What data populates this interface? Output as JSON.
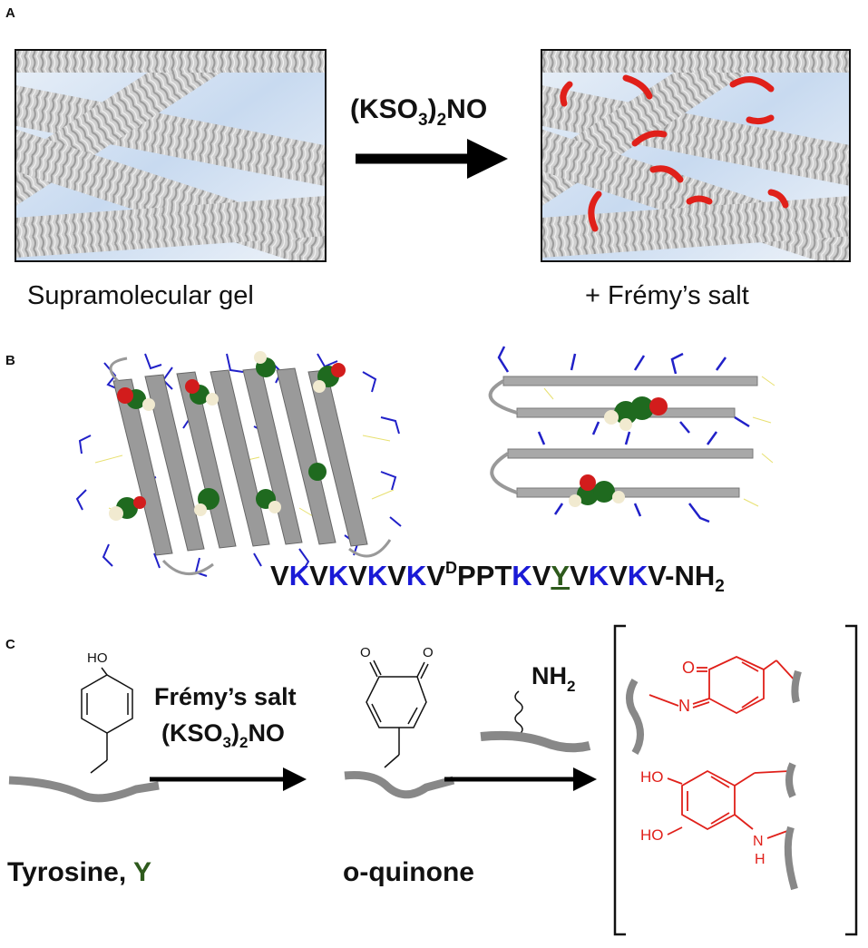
{
  "panels": {
    "a": {
      "letter": "A",
      "reagent": {
        "pre": "(KSO",
        "sub1": "3",
        "mid": ")",
        "sub2": "2",
        "post": "NO"
      },
      "left_caption": "Supramolecular gel",
      "right_caption": "+ Frémy’s salt"
    },
    "b": {
      "letter": "B",
      "sequence": [
        {
          "t": "V",
          "k": "v"
        },
        {
          "t": "K",
          "k": "k"
        },
        {
          "t": "V",
          "k": "v"
        },
        {
          "t": "K",
          "k": "k"
        },
        {
          "t": "V",
          "k": "v"
        },
        {
          "t": "K",
          "k": "k"
        },
        {
          "t": "V",
          "k": "v"
        },
        {
          "t": "K",
          "k": "k"
        },
        {
          "t": "V",
          "k": "v"
        },
        {
          "t": "D",
          "k": "sup"
        },
        {
          "t": "PPT",
          "k": "v"
        },
        {
          "t": "K",
          "k": "k"
        },
        {
          "t": "V",
          "k": "v"
        },
        {
          "t": "Y",
          "k": "y"
        },
        {
          "t": "V",
          "k": "v"
        },
        {
          "t": "K",
          "k": "k"
        },
        {
          "t": "V",
          "k": "v"
        },
        {
          "t": "K",
          "k": "k"
        },
        {
          "t": "V-NH",
          "k": "v"
        },
        {
          "t": "2",
          "k": "sub"
        }
      ]
    },
    "c": {
      "letter": "C",
      "ho_label": "HO",
      "o_label": "O",
      "reagent_line1": "Frémy’s salt",
      "reagent_line2": {
        "pre": "(KSO",
        "sub1": "3",
        "mid": ")",
        "sub2": "2",
        "post": "NO"
      },
      "amine_label": {
        "pre": "NH",
        "sub": "2"
      },
      "tyrosine_label": {
        "pre": "Tyrosine, ",
        "y": "Y"
      },
      "quinone_label": "o-quinone",
      "product_o": "O",
      "product_n": "N",
      "product_ho1": "HO",
      "product_ho2": "HO",
      "product_nh_n": "N",
      "product_nh_h": "H"
    }
  },
  "colors": {
    "lysine_blue": "#1a1ad6",
    "tyrosine_green": "#2e5a1c",
    "adduct_red": "#e0201a",
    "fiber_gray": "#c9c9c9",
    "box_bg": "#cfdff0"
  }
}
